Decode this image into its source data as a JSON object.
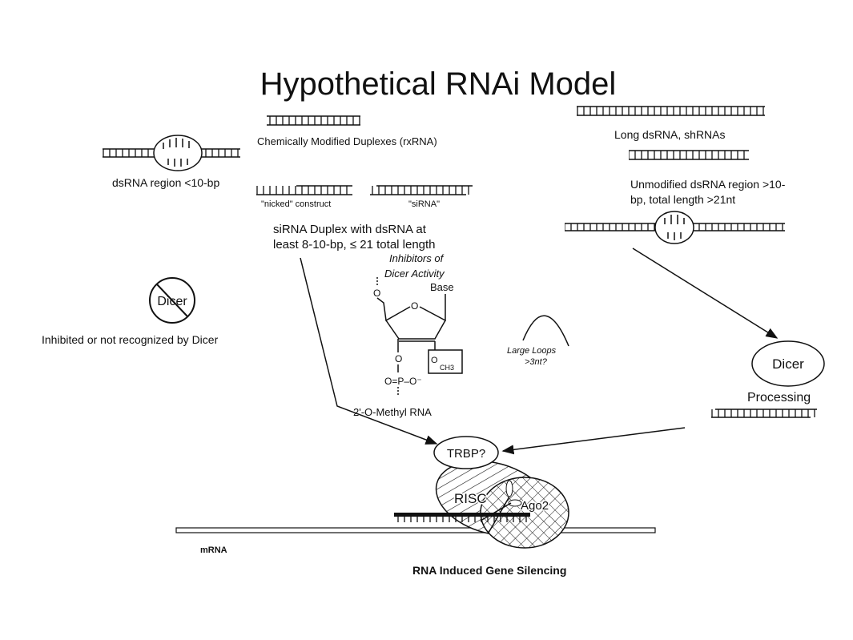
{
  "title": "Hypothetical RNAi Model",
  "left": {
    "dsrna_label": "dsRNA region <10-bp",
    "dicer_label": "Dicer",
    "inhibited_label": "Inhibited or not recognized by Dicer"
  },
  "center": {
    "chem_mod_label": "Chemically Modified Duplexes (rxRNA)",
    "nicked_label": "\"nicked\" construct",
    "sirna_label": "\"siRNA\"",
    "duplex_line1": "siRNA Duplex with dsRNA at",
    "duplex_line2": "least 8-10-bp, ≤ 21 total length",
    "inhibitors_line1": "Inhibitors of",
    "inhibitors_line2": "Dicer Activity",
    "base_label": "Base",
    "ring_o": "O",
    "o5": "O",
    "o3": "O",
    "och3_o": "O",
    "och3_ch3": "CH3",
    "phosphate": "O=P–O⁻",
    "methyl_label": "2'-O-Methyl RNA",
    "loops_line1": "Large Loops",
    "loops_line2": ">3nt?"
  },
  "right": {
    "long_label": "Long dsRNA, shRNAs",
    "unmod_line1": "Unmodified dsRNA region >10-",
    "unmod_line2": "bp, total length >21nt",
    "dicer_label": "Dicer",
    "processing_label": "Processing"
  },
  "bottom": {
    "trbp_label": "TRBP?",
    "risc_label": "RISC",
    "ago2_label": "Ago2",
    "mrna_label": "mRNA",
    "silencing_label": "RNA Induced Gene Silencing"
  }
}
